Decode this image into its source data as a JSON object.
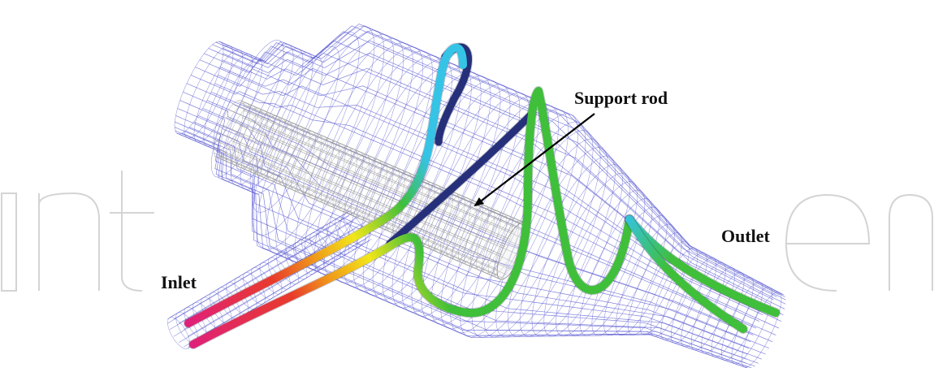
{
  "labels": {
    "support_rod": "Support rod",
    "outlet": "Outlet",
    "inlet": "Inlet"
  },
  "watermark": "IntechOpen",
  "colors": {
    "wireframe": "#5a5ad2",
    "support_rod_mesh": "#9a9a9a",
    "tube_magenta": "#e0207a",
    "tube_red": "#e83b2b",
    "tube_orange": "#f09a1a",
    "tube_yellow": "#f2e61a",
    "tube_green": "#3fbf3a",
    "tube_cyan": "#35c3e6",
    "tube_navy": "#26307a",
    "arrow": "#000000",
    "watermark": "#d0d0d0"
  }
}
